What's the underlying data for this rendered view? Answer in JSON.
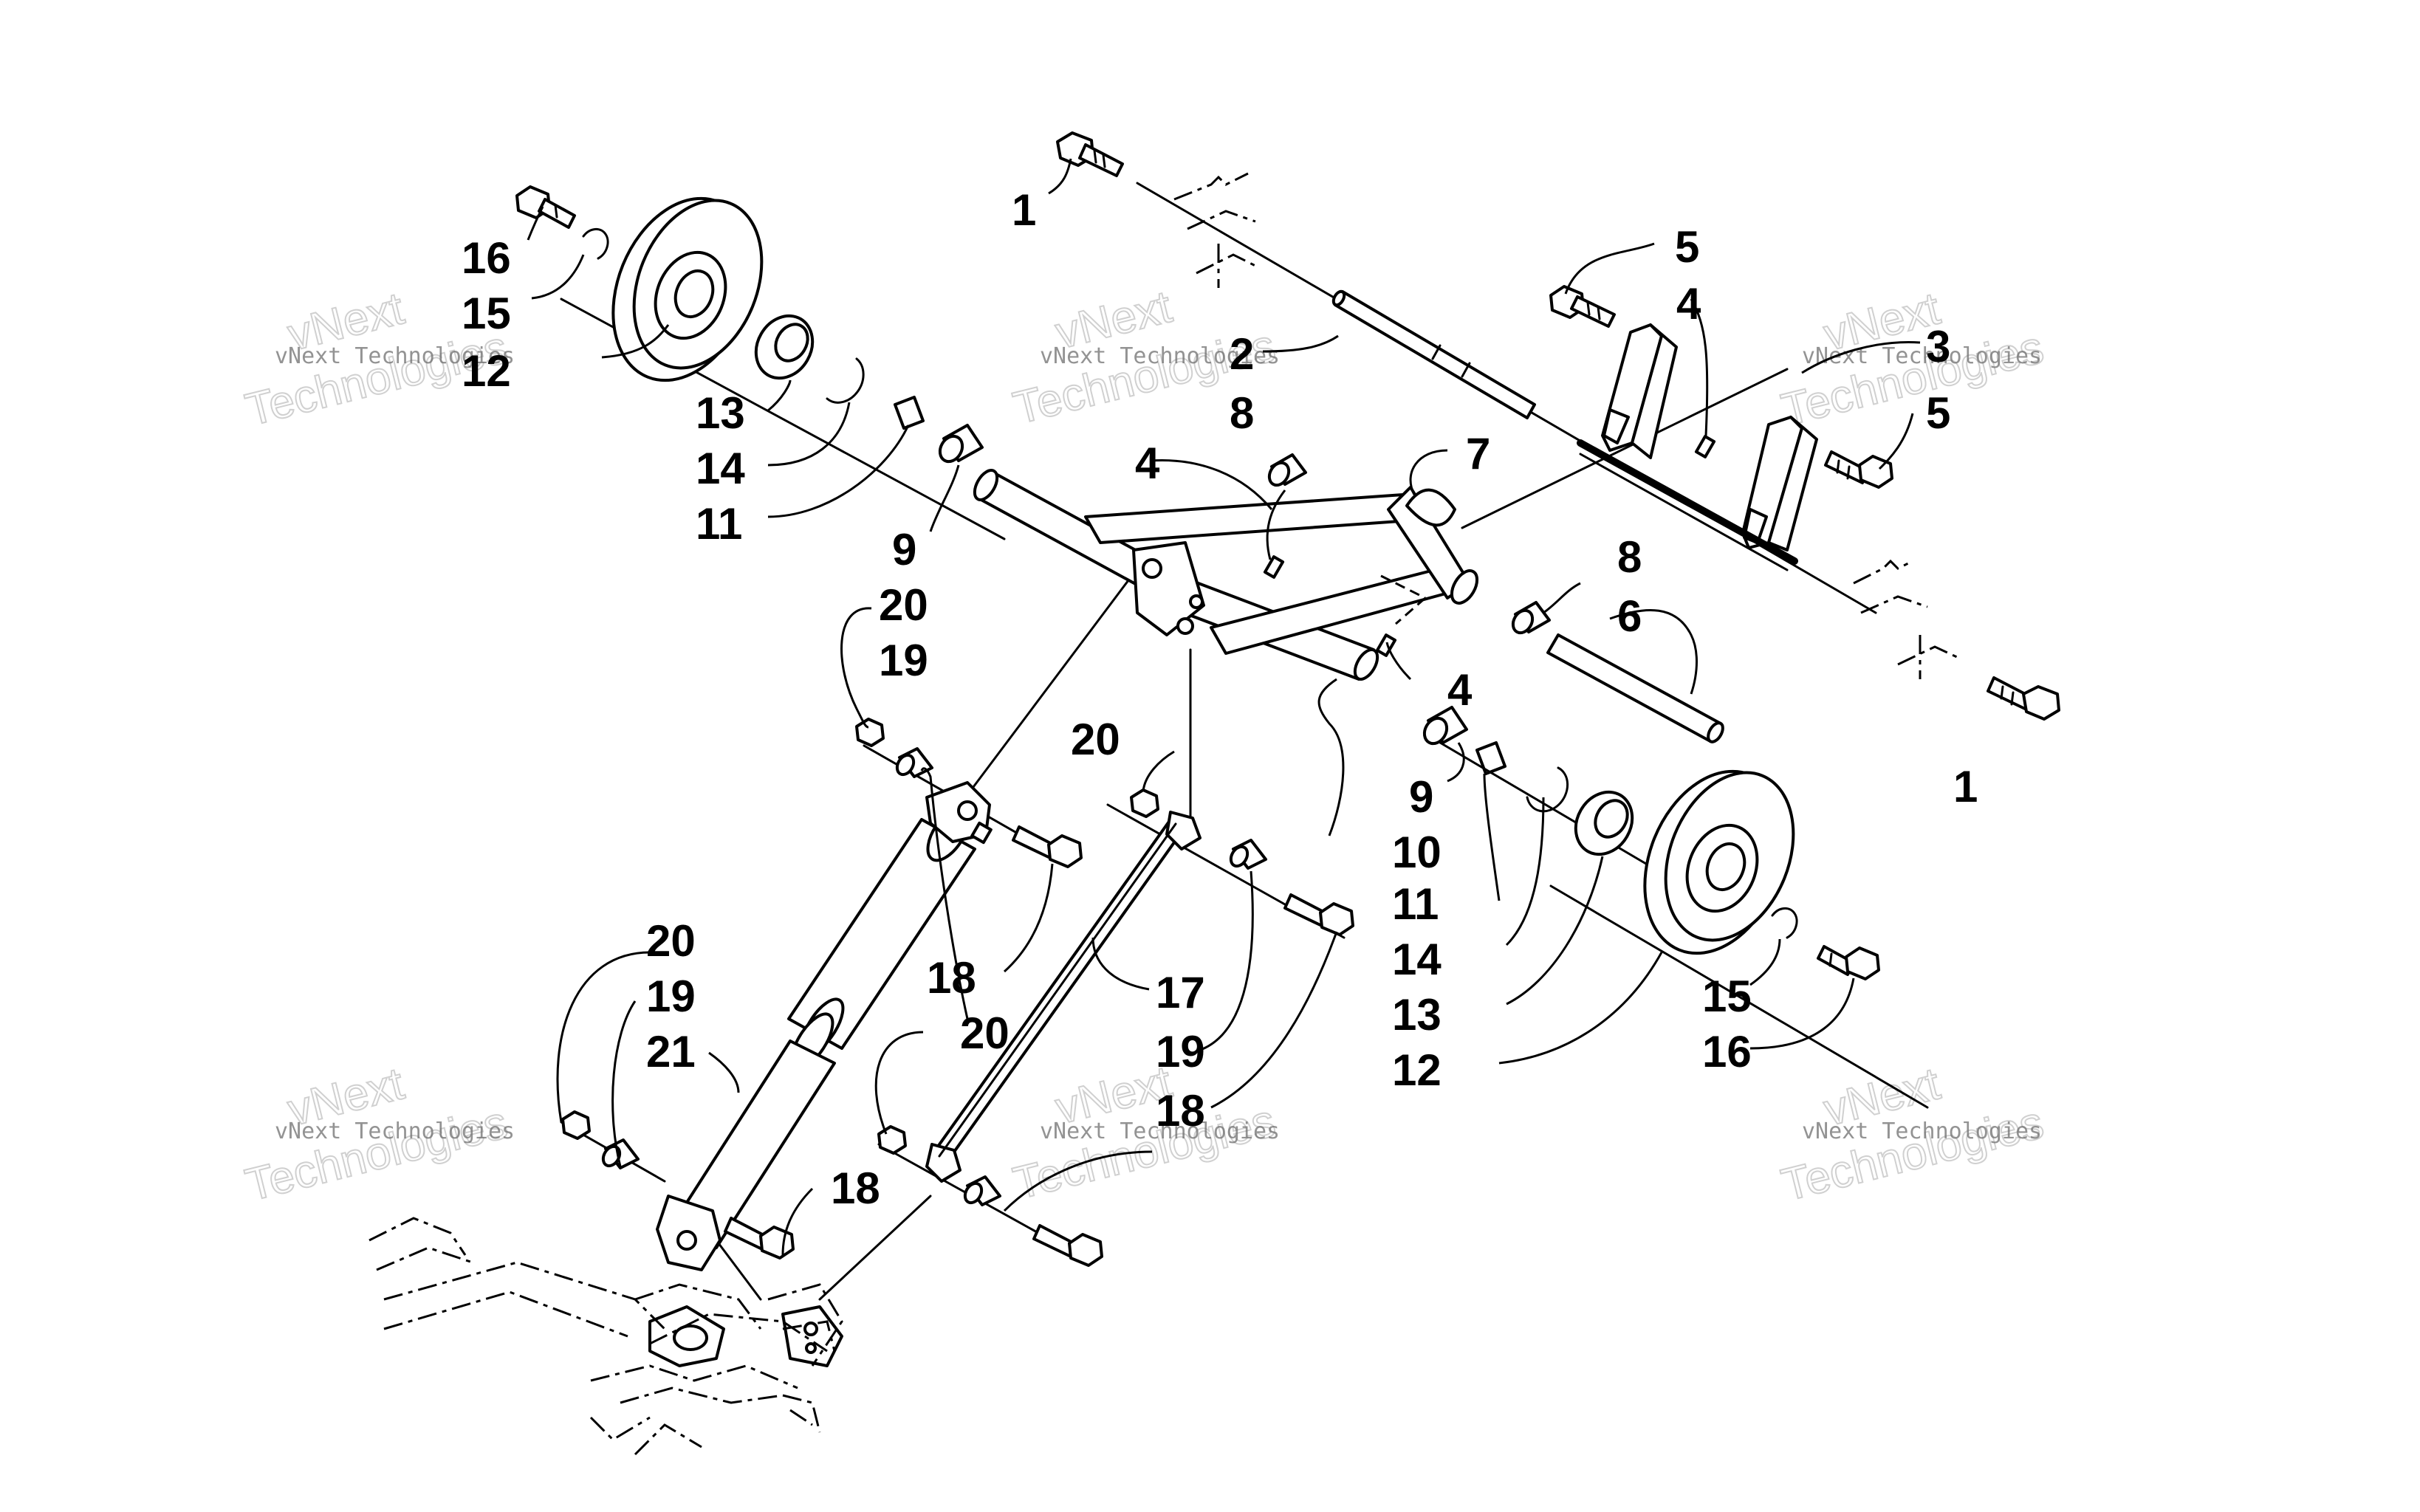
{
  "diagram": {
    "callouts": [
      {
        "id": "c1a",
        "label": "1"
      },
      {
        "id": "c1b",
        "label": "1"
      },
      {
        "id": "c2",
        "label": "2"
      },
      {
        "id": "c3",
        "label": "3"
      },
      {
        "id": "c4a",
        "label": "4"
      },
      {
        "id": "c4b",
        "label": "4"
      },
      {
        "id": "c4c",
        "label": "4"
      },
      {
        "id": "c5a",
        "label": "5"
      },
      {
        "id": "c5b",
        "label": "5"
      },
      {
        "id": "c6",
        "label": "6"
      },
      {
        "id": "c7",
        "label": "7"
      },
      {
        "id": "c8a",
        "label": "8"
      },
      {
        "id": "c8b",
        "label": "8"
      },
      {
        "id": "c9a",
        "label": "9"
      },
      {
        "id": "c9b",
        "label": "9"
      },
      {
        "id": "c10",
        "label": "10"
      },
      {
        "id": "c11a",
        "label": "11"
      },
      {
        "id": "c11b",
        "label": "11"
      },
      {
        "id": "c12a",
        "label": "12"
      },
      {
        "id": "c12b",
        "label": "12"
      },
      {
        "id": "c13a",
        "label": "13"
      },
      {
        "id": "c13b",
        "label": "13"
      },
      {
        "id": "c14a",
        "label": "14"
      },
      {
        "id": "c14b",
        "label": "14"
      },
      {
        "id": "c15a",
        "label": "15"
      },
      {
        "id": "c15b",
        "label": "15"
      },
      {
        "id": "c16a",
        "label": "16"
      },
      {
        "id": "c16b",
        "label": "16"
      },
      {
        "id": "c17",
        "label": "17"
      },
      {
        "id": "c18a",
        "label": "18"
      },
      {
        "id": "c18b",
        "label": "18"
      },
      {
        "id": "c18c",
        "label": "18"
      },
      {
        "id": "c19a",
        "label": "19"
      },
      {
        "id": "c19b",
        "label": "19"
      },
      {
        "id": "c19c",
        "label": "19"
      },
      {
        "id": "c20a",
        "label": "20"
      },
      {
        "id": "c20b",
        "label": "20"
      },
      {
        "id": "c20c",
        "label": "20"
      },
      {
        "id": "c21",
        "label": "21"
      }
    ],
    "watermark": {
      "line1": "vNext",
      "line2": "vNext Technologies",
      "line3": "Technologies"
    }
  }
}
